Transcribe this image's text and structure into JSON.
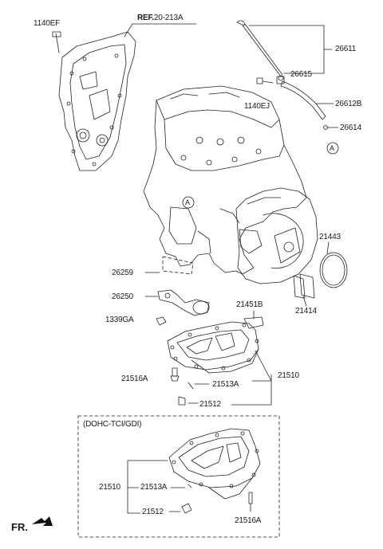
{
  "labels": {
    "p1140EF": "1140EF",
    "refPrefix": "REF.",
    "refValue": "20-213A",
    "p26611": "26611",
    "p26615": "26615",
    "p1140EJ": "1140EJ",
    "p26612B": "26612B",
    "p26614": "26614",
    "calloutA1": "A",
    "calloutA2": "A",
    "p21443": "21443",
    "p26259": "26259",
    "p26250": "26250",
    "p21451B": "21451B",
    "p1339GA": "1339GA",
    "p21414": "21414",
    "p21516A_top": "21516A",
    "p21513A_top": "21513A",
    "p21510_top": "21510",
    "p21512_top": "21512",
    "variant": "(DOHC-TCI/GDI)",
    "p21510_bot": "21510",
    "p21513A_bot": "21513A",
    "p21512_bot": "21512",
    "p21516A_bot": "21516A",
    "fr": "FR."
  }
}
